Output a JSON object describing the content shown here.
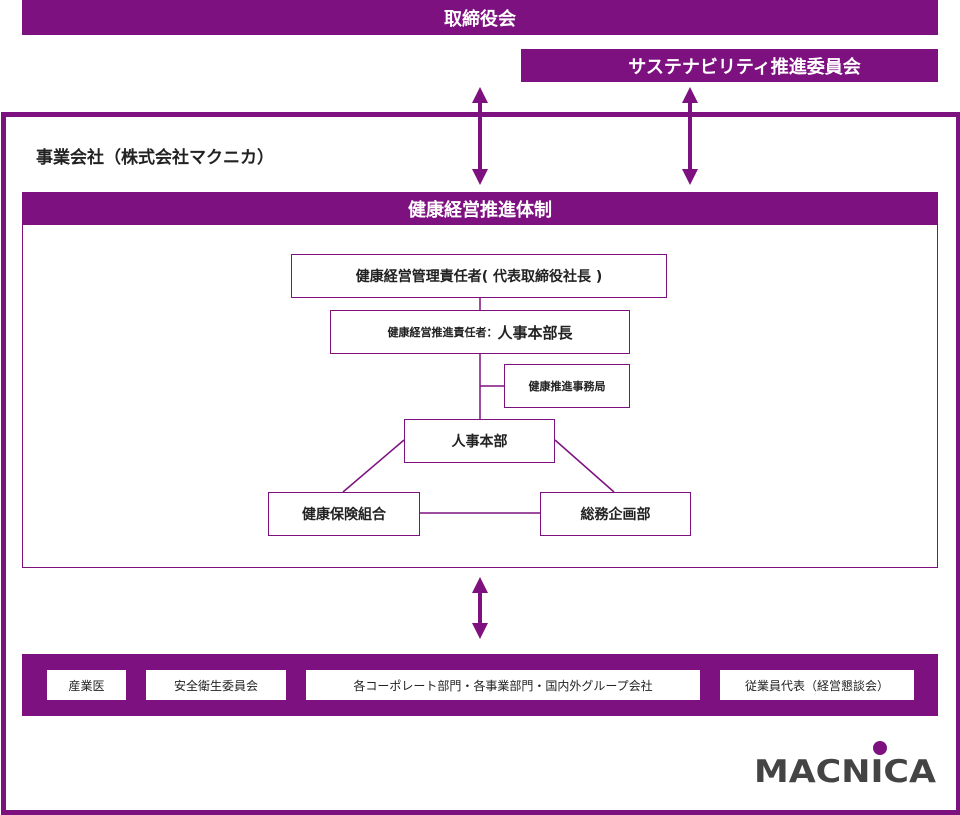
{
  "board": {
    "label": "取締役会"
  },
  "sustainability_committee": {
    "label": "サステナビリティ推進委員会"
  },
  "company": {
    "title": "事業会社（株式会社マクニカ）"
  },
  "system": {
    "header": "健康経営推進体制",
    "manager": "健康経営管理責任者( 代表取締役社長 )",
    "promoter_prefix": "健康経営推進責任者：",
    "promoter_name": "人事本部長",
    "office": "健康推進事務局",
    "hr_division": "人事本部",
    "health_insurance": "健康保険組合",
    "general_affairs": "総務企画部"
  },
  "bottom": {
    "items": [
      "産業医",
      "安全衛生委員会",
      "各コーポレート部門・各事業部門・国内外グループ会社",
      "従業員代表（経営懇談会）"
    ]
  },
  "logo": {
    "text": "MACNICA"
  },
  "colors": {
    "brand_purple": "#7d1180"
  }
}
